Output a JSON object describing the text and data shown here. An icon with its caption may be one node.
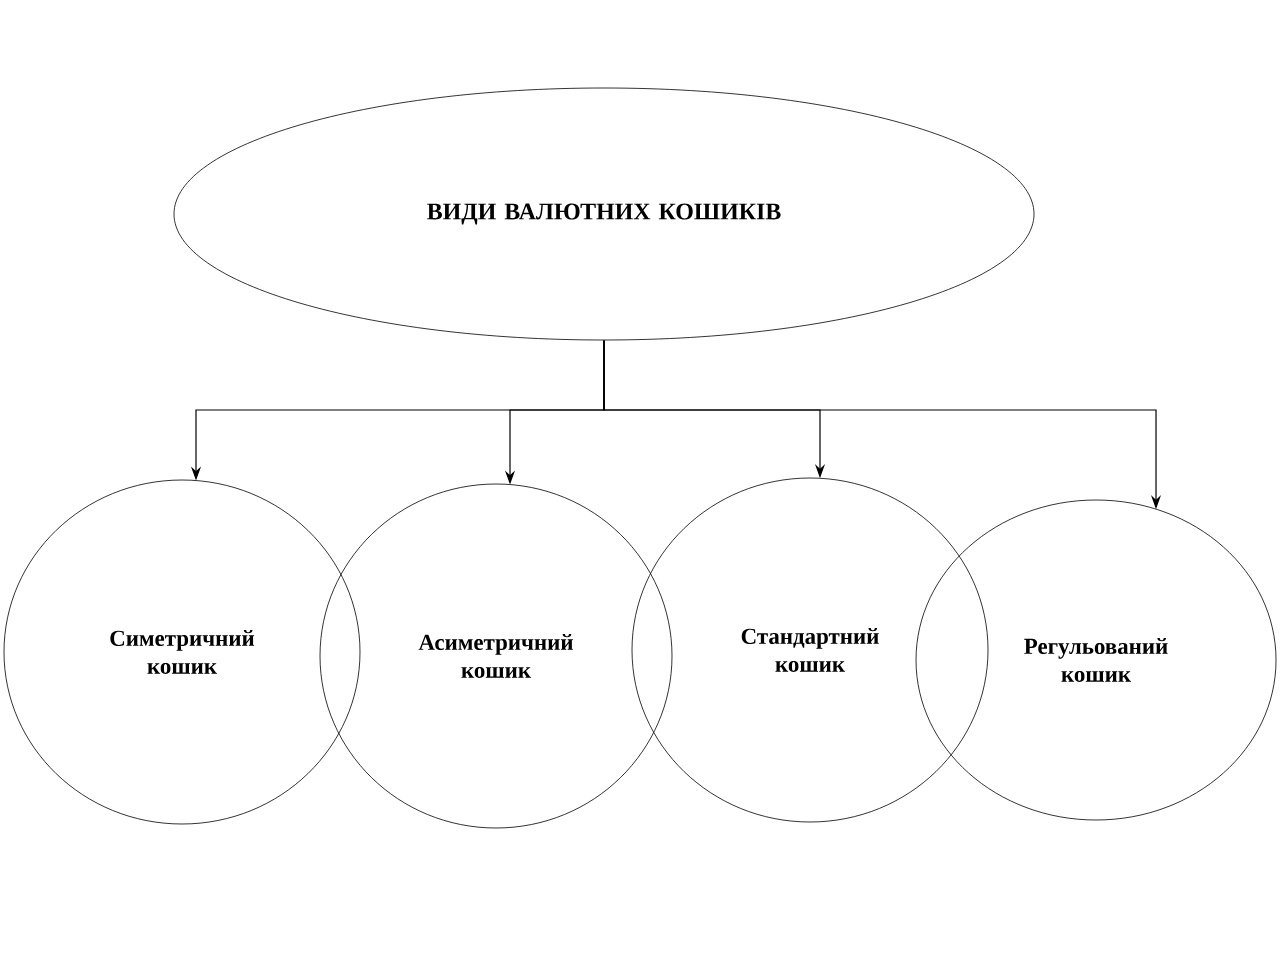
{
  "diagram": {
    "nodes": [
      {
        "text": [
          "ВИДИ ВАЛЮТНИХ КОШИКІВ"
        ]
      },
      {
        "text": [
          "Симетричний кошик"
        ]
      },
      {
        "text": [
          "Асиметричний кошик"
        ]
      },
      {
        "text": [
          "Стандартний кошик"
        ]
      },
      {
        "text": [
          "Регульований кошик"
        ]
      }
    ],
    "edges": [
      {
        "from": 0,
        "to": 1,
        "arrow": "to"
      },
      {
        "from": 0,
        "to": 2,
        "arrow": "to"
      },
      {
        "from": 0,
        "to": 3,
        "arrow": "to"
      },
      {
        "from": 0,
        "to": 4,
        "arrow": "to"
      }
    ]
  }
}
